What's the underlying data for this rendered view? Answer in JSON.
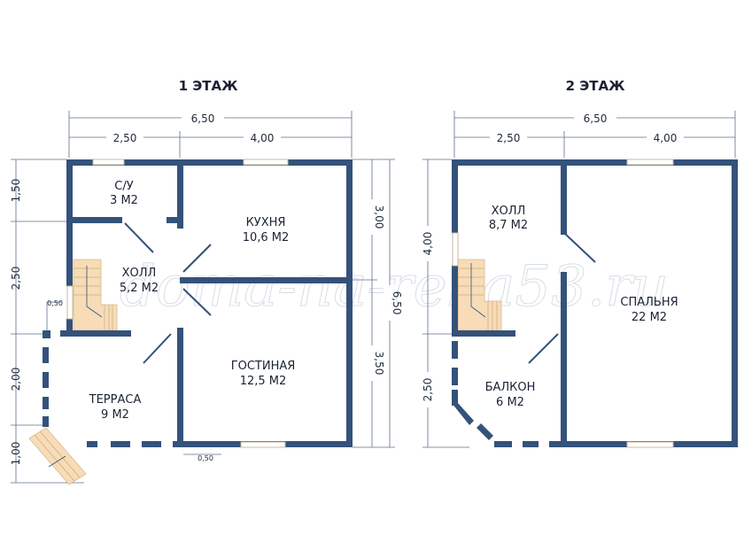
{
  "floor1": {
    "title": "1 ЭТАЖ",
    "dims": {
      "total_width": "6,50",
      "width_left": "2,50",
      "width_right": "4,00",
      "left_1": "1,50",
      "left_2": "2,50",
      "left_3": "2,00",
      "left_4": "1,00",
      "right_1": "3,00",
      "right_2": "3,50",
      "right_total": "6,50",
      "offset_top": "0,50",
      "offset_bottom": "0,50"
    },
    "rooms": [
      {
        "name": "С/У",
        "area": "3 М2"
      },
      {
        "name": "КУХНЯ",
        "area": "10,6 М2"
      },
      {
        "name": "ХОЛЛ",
        "area": "5,2 М2"
      },
      {
        "name": "ГОСТИНАЯ",
        "area": "12,5 М2"
      },
      {
        "name": "ТЕРРАСА",
        "area": "9 М2"
      }
    ]
  },
  "floor2": {
    "title": "2 ЭТАЖ",
    "dims": {
      "total_width": "6,50",
      "width_left": "2,50",
      "width_right": "4,00",
      "left_1": "4,00",
      "left_2": "2,50"
    },
    "rooms": [
      {
        "name": "ХОЛЛ",
        "area": "8,7 М2"
      },
      {
        "name": "СПАЛЬНЯ",
        "area": "22 М2"
      },
      {
        "name": "БАЛКОН",
        "area": "6 М2"
      }
    ]
  },
  "watermark": "doma-na-reka53.ru",
  "colors": {
    "wall": "#34527a",
    "stairs": "#f7dcb7"
  }
}
